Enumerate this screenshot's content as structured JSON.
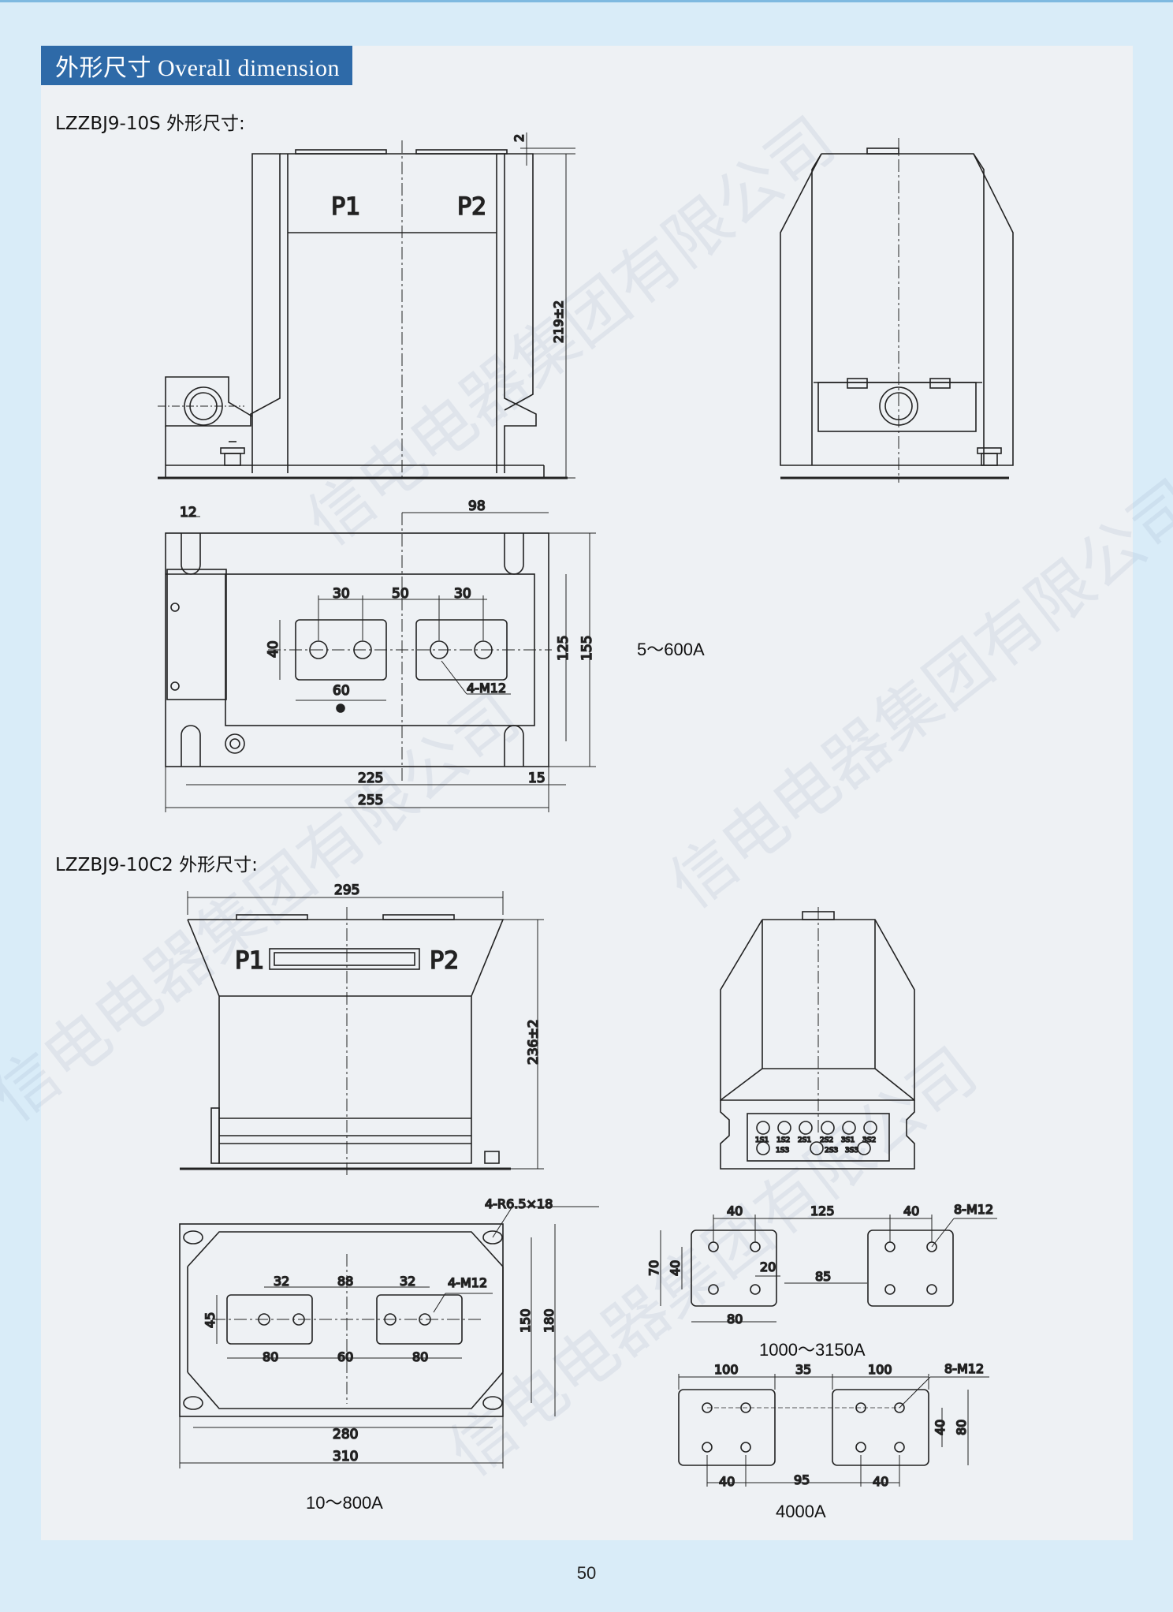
{
  "header": {
    "title": "外形尺寸 Overall dimension"
  },
  "section1": {
    "heading": "LZZBJ9-10S 外形尺寸:",
    "front_labels": {
      "p1": "P1",
      "p2": "P2"
    },
    "dims": {
      "gap": "2",
      "height": "219±2",
      "d12": "12",
      "d98": "98",
      "d30a": "30",
      "d50": "50",
      "d30b": "30",
      "d40": "40",
      "d60": "60",
      "thread": "4-M12",
      "d125": "125",
      "d155": "155",
      "d225": "225",
      "d15": "15",
      "d255": "255"
    },
    "rating": "5～600A"
  },
  "section2": {
    "heading": "LZZBJ9-10C2 外形尺寸:",
    "front_labels": {
      "p1": "P1",
      "p2": "P2"
    },
    "dims": {
      "d295": "295",
      "height": "236±2",
      "slot": "4-R6.5×18",
      "d32a": "32",
      "d88": "88",
      "d32b": "32",
      "thread": "4-M12",
      "d45": "45",
      "d80a": "80",
      "d60": "60",
      "d80b": "80",
      "d150": "150",
      "d180": "180",
      "d280": "280",
      "d310": "310"
    },
    "terminals": {
      "row1": [
        "1S1",
        "1S2",
        "2S1",
        "2S2",
        "3S1",
        "3S2"
      ],
      "row2": [
        "1S3",
        "2S3",
        "3S3"
      ]
    },
    "rating": "10～800A"
  },
  "plate1": {
    "dims": {
      "d40a": "40",
      "d125": "125",
      "d40b": "40",
      "thread": "8-M12",
      "d70": "70",
      "d40c": "40",
      "d20": "20",
      "d85": "85",
      "d80": "80"
    },
    "rating": "1000～3150A"
  },
  "plate2": {
    "dims": {
      "d100a": "100",
      "d35": "35",
      "d100b": "100",
      "thread": "8-M12",
      "d40a": "40",
      "d80": "80",
      "d40b": "40",
      "d95": "95",
      "d40c": "40"
    },
    "rating": "4000A"
  },
  "watermark": "信电电器集团有限公司",
  "page_number": "50"
}
